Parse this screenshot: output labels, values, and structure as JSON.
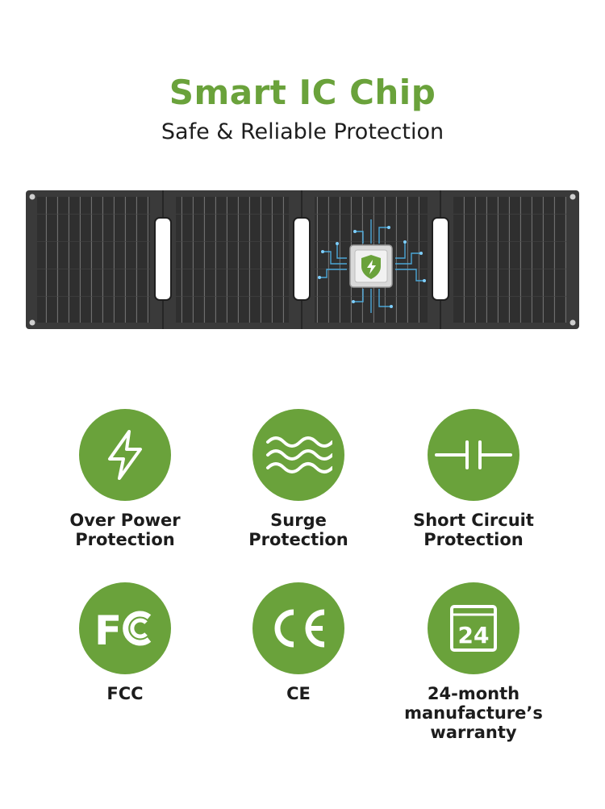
{
  "header": {
    "title": "Smart IC Chip",
    "subtitle": "Safe & Reliable Protection"
  },
  "colors": {
    "accent": "#6aa23b",
    "panel": "#2d2d2d",
    "text": "#1c1c1c"
  },
  "product_image": {
    "icon": "solar-panel-with-ic-chip"
  },
  "features": [
    {
      "icon": "lightning-bolt-icon",
      "lines": [
        "Over Power",
        "Protection"
      ]
    },
    {
      "icon": "waves-icon",
      "lines": [
        "Surge",
        "Protection"
      ]
    },
    {
      "icon": "capacitor-icon",
      "lines": [
        "Short Circuit",
        "Protection"
      ]
    },
    {
      "icon": "fcc-logo-icon",
      "logo_text": "FC",
      "lines": [
        "FCC"
      ]
    },
    {
      "icon": "ce-logo-icon",
      "logo_text": "CE",
      "lines": [
        "CE"
      ]
    },
    {
      "icon": "calendar-24-icon",
      "badge": "24",
      "lines": [
        "24-month",
        "manufacture’s",
        "warranty"
      ]
    }
  ]
}
